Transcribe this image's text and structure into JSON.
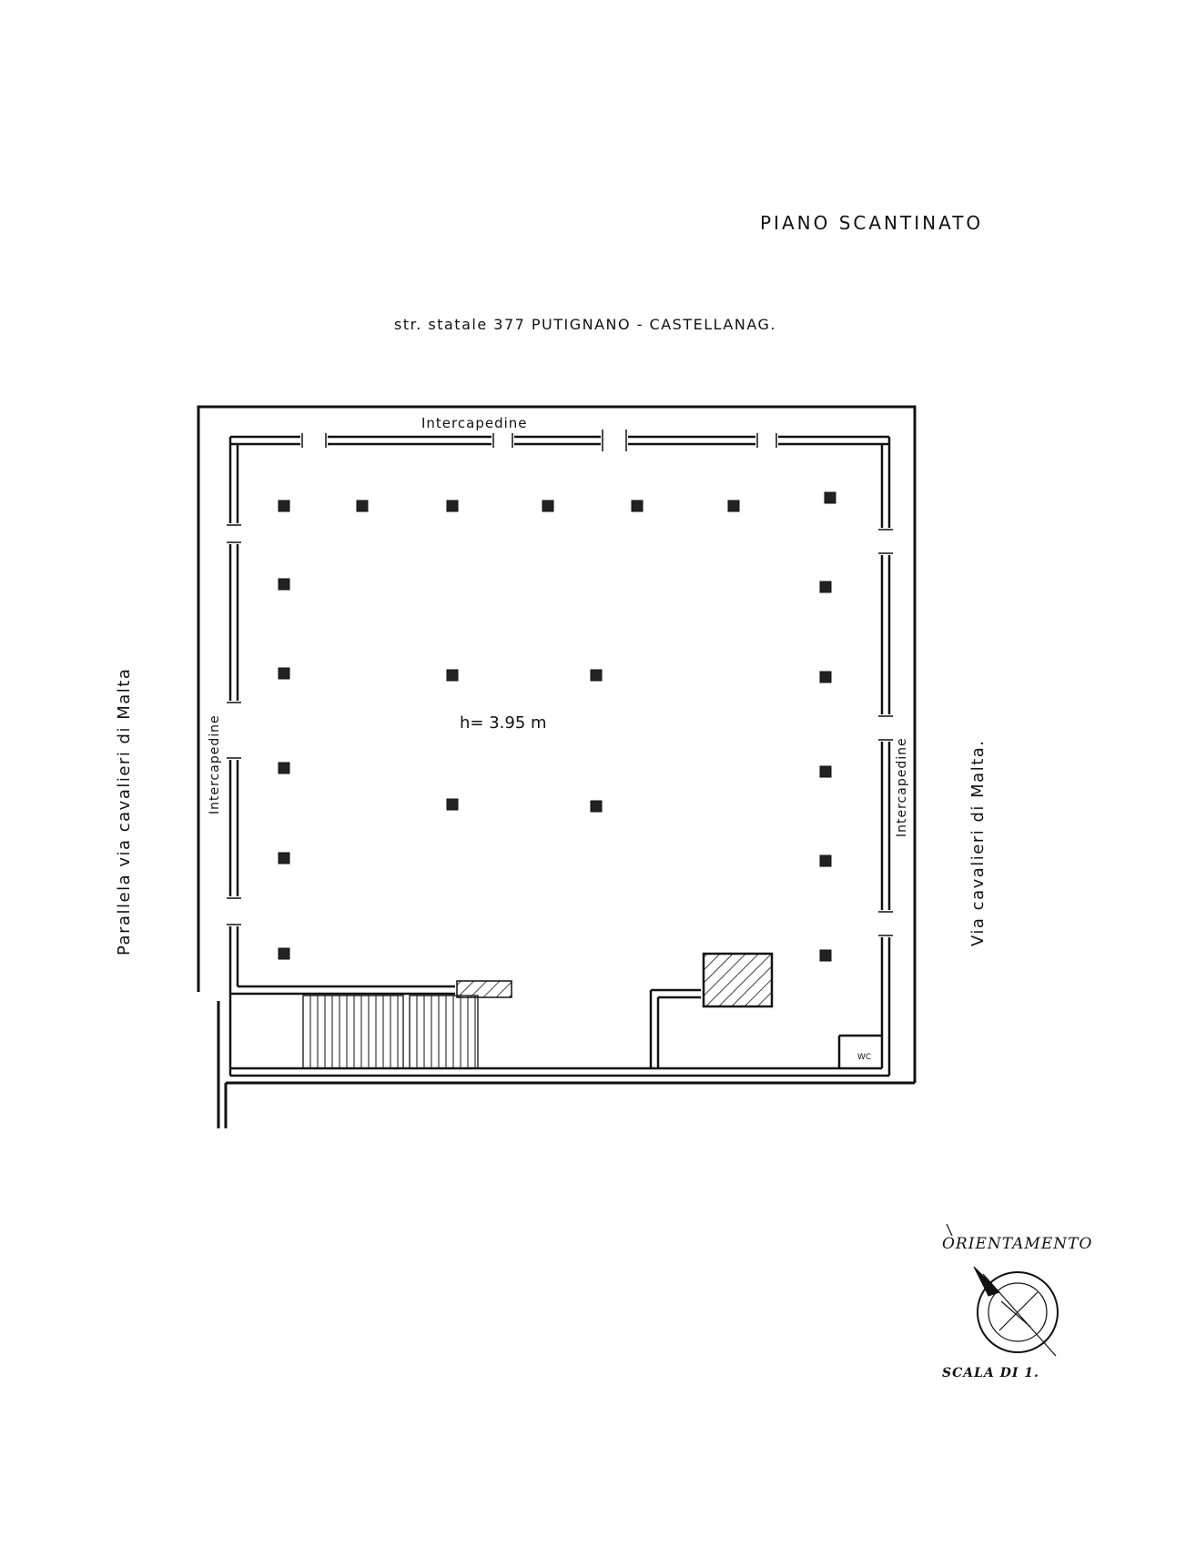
{
  "title": "PIANO SCANTINATO",
  "street_top": "str. statale 377 PUTIGNANO - CASTELLANAG.",
  "street_left": "Parallela via cavalieri di Malta",
  "street_right": "Via cavalieri di Malta.",
  "intercapedine_top": "Intercapedine",
  "intercapedine_left": "Intercapedine",
  "intercapedine_right": "Intercapedine",
  "height_label": "h= 3.95 m",
  "wc_label": "WC",
  "orientation_label": "ORIENTAMENTO",
  "scale_label": "SCALA DI 1.",
  "colors": {
    "ink": "#111111",
    "paper": "#ffffff"
  }
}
